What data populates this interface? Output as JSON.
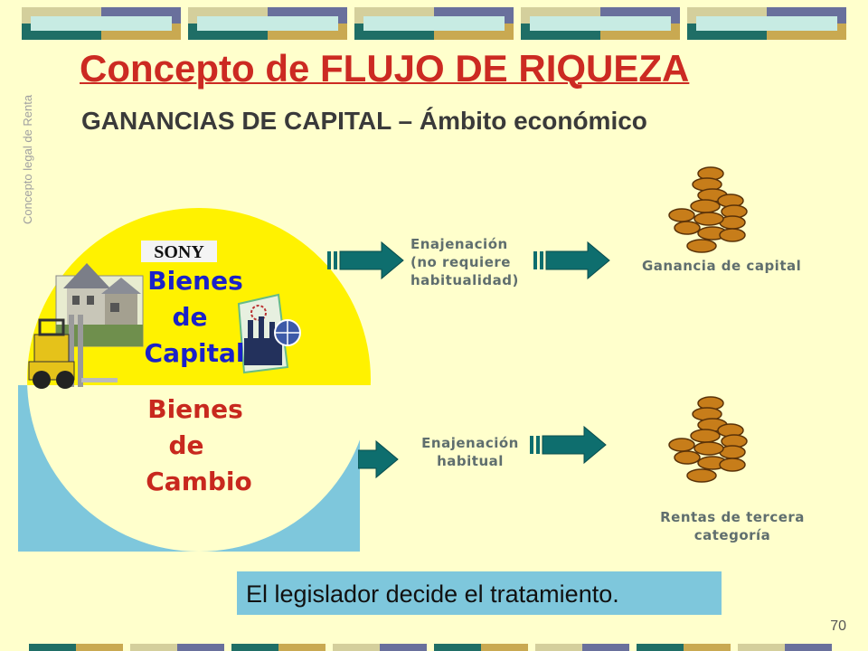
{
  "slide": {
    "side_label": "Concepto legal de Renta",
    "title": "Concepto de FLUJO DE RIQUEZA",
    "subtitle": "GANANCIAS DE CAPITAL – Ámbito económico",
    "page_number": "70",
    "note": "El legislador decide el tratamiento."
  },
  "diagram": {
    "upper_label": [
      "Bienes",
      "de",
      "Capital"
    ],
    "lower_label": [
      "Bienes",
      "de",
      "Cambio"
    ],
    "brand_logo": "SONY",
    "top_flow": {
      "action": [
        "Enajenación",
        "(no requiere",
        "habitualidad)"
      ],
      "result": "Ganancia de capital"
    },
    "bottom_flow": {
      "action": [
        "Enajenación",
        "habitual"
      ],
      "result": [
        "Rentas de tercera",
        "categoría"
      ]
    }
  },
  "colors": {
    "background": "#ffffcc",
    "title": "#cc2a22",
    "label_blue": "#1a21c8",
    "label_red": "#c8281e",
    "arrow": "#0e6e6e",
    "circle_top": "#fff200",
    "lower_box": "#7ec7dc",
    "note_box": "#7ec7dc"
  }
}
